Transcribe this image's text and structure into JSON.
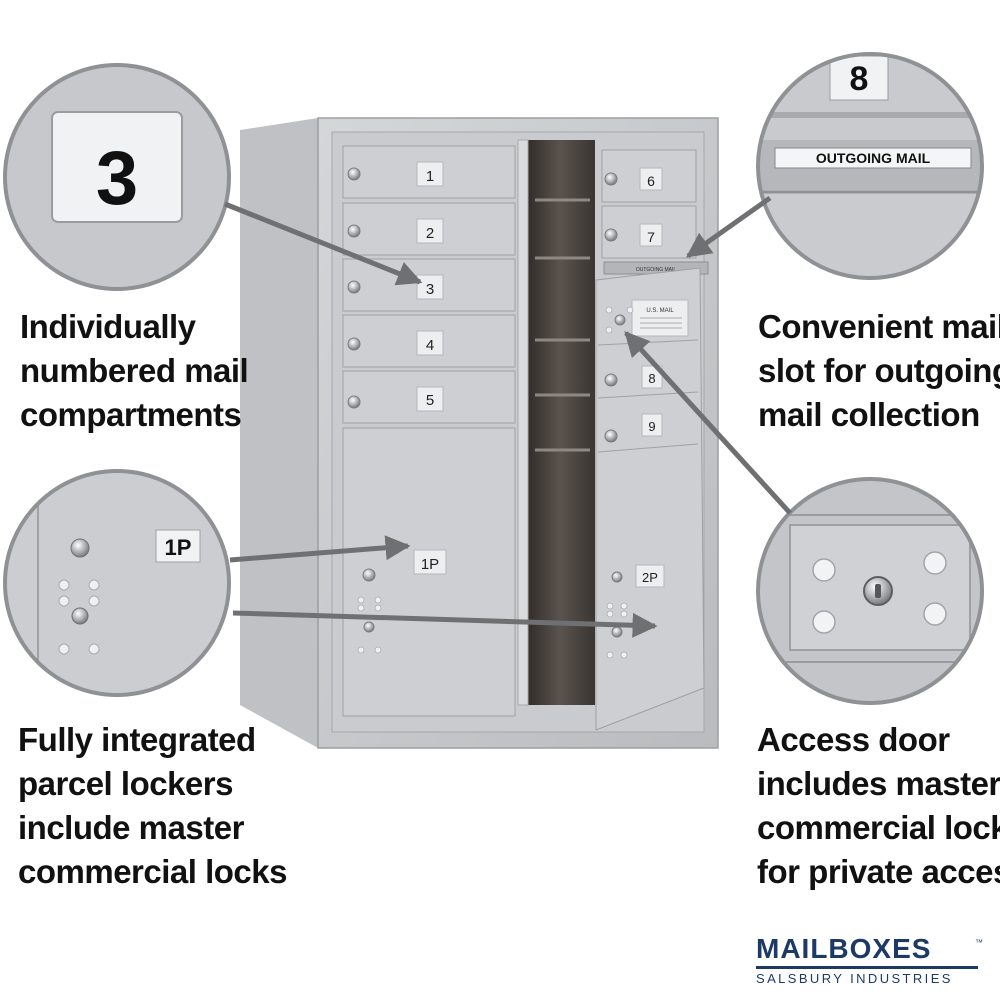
{
  "callouts": {
    "numbered": {
      "lines": [
        "Individually",
        "numbered mail",
        "compartments"
      ]
    },
    "outgoing": {
      "lines": [
        "Convenient mail",
        "slot for outgoing",
        "mail collection"
      ]
    },
    "parcel": {
      "lines": [
        "Fully integrated",
        "parcel lockers",
        "include master",
        "commercial locks"
      ]
    },
    "access": {
      "lines": [
        "Access door",
        "includes master",
        "commercial lock",
        "for private access"
      ]
    }
  },
  "zoom": {
    "number_tag": "3",
    "outgoing_number": "8",
    "outgoing_label": "OUTGOING MAIL",
    "parcel_tag": "1P"
  },
  "mailbox": {
    "left_doors": [
      "1",
      "2",
      "3",
      "4",
      "5"
    ],
    "left_parcel": "1P",
    "right_doors_top": [
      "6",
      "7"
    ],
    "slot_label": "OUTGOING MAIL",
    "plate_label": "U.S. MAIL",
    "right_doors_bottom": [
      "8",
      "9"
    ],
    "right_parcel": "2P"
  },
  "brand": {
    "name": "MAILBOXES",
    "subtitle": "SALSBURY INDUSTRIES",
    "trademark": "™"
  },
  "colors": {
    "brand": "#1d3a66",
    "metal": "#c4c6c9",
    "interior": "#4a4440"
  }
}
